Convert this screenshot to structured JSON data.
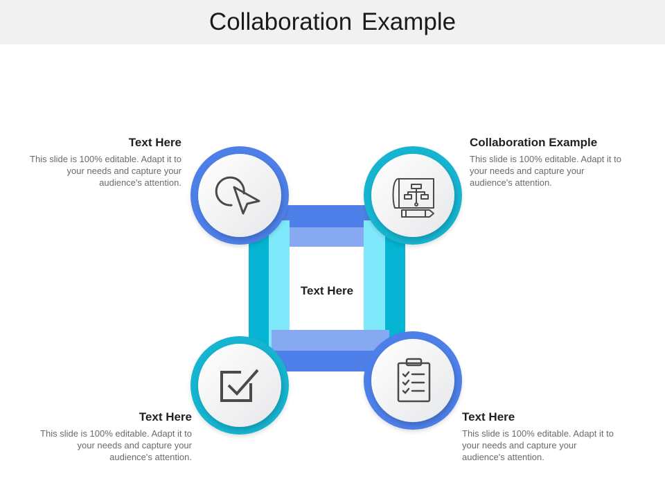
{
  "title": "Collaboration Example",
  "center_label": "Text Here",
  "colors": {
    "blue_ring": "#4d7fe8",
    "teal_ring": "#19b4d0",
    "blue_band_dark": "#4f7fe9",
    "blue_band_light": "#87a9f2",
    "teal_band_dark": "#04b4d2",
    "teal_band_light": "#7fe8fb",
    "icon_stroke": "#4a4a4a"
  },
  "blocks": [
    {
      "id": "top-left",
      "heading": "Text Here",
      "body": "This slide is 100% editable. Adapt it to your needs and capture your audience's attention.",
      "icon": "cursor-pointer-icon"
    },
    {
      "id": "top-right",
      "heading": "Collaboration Example",
      "body": "This slide is 100% editable. Adapt it to your needs and capture your audience's attention.",
      "icon": "blueprint-flowchart-icon"
    },
    {
      "id": "bottom-left",
      "heading": "Text Here",
      "body": "This slide is 100% editable. Adapt it to your needs and capture your audience's attention.",
      "icon": "checkbox-icon"
    },
    {
      "id": "bottom-right",
      "heading": "Text Here",
      "body": "This slide is 100% editable. Adapt it to your needs and capture your audience's attention.",
      "icon": "clipboard-checklist-icon"
    }
  ]
}
